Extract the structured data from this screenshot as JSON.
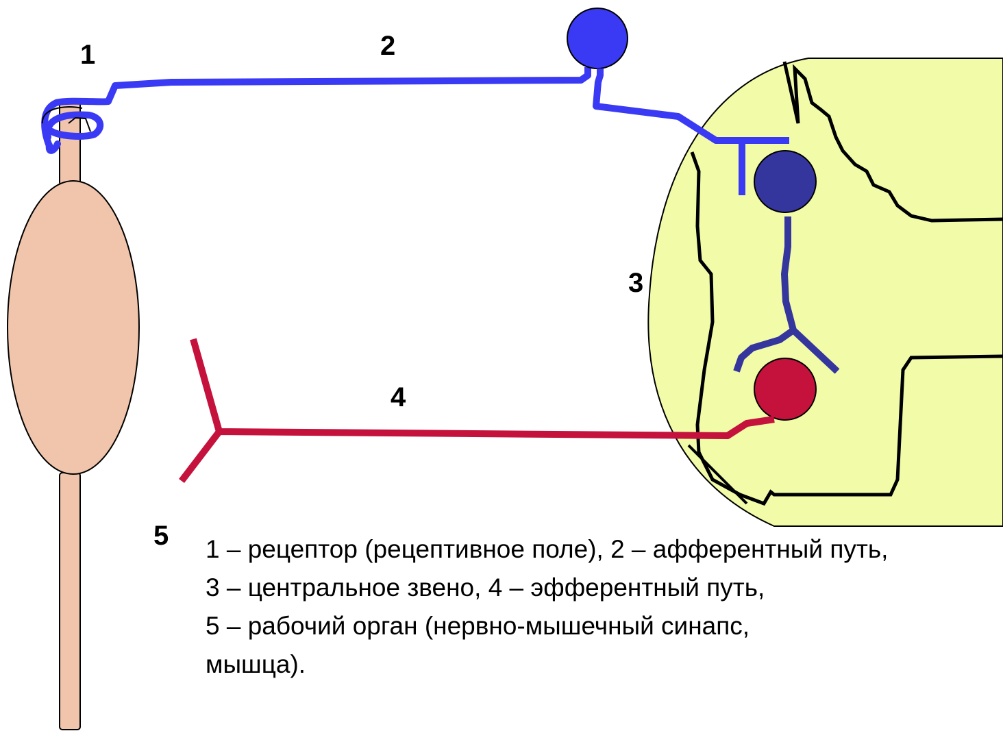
{
  "labels": {
    "receptor": "1",
    "afferent": "2",
    "center": "3",
    "efferent": "4",
    "organ": "5"
  },
  "caption": {
    "line1": "1 – рецептор (рецептивное поле), 2 – афферентный путь,",
    "line2": "3 – центральное звено, 4 – эфферентный путь,",
    "line3": "5 – рабочий орган (нервно-мышечный синапс,",
    "line4": "мышца)."
  },
  "colors": {
    "afferent": "#3a3af5",
    "interneuron": "#35359e",
    "efferent": "#c4123c",
    "cns": "#f2fba8",
    "muscle": "#f0c5ab"
  }
}
